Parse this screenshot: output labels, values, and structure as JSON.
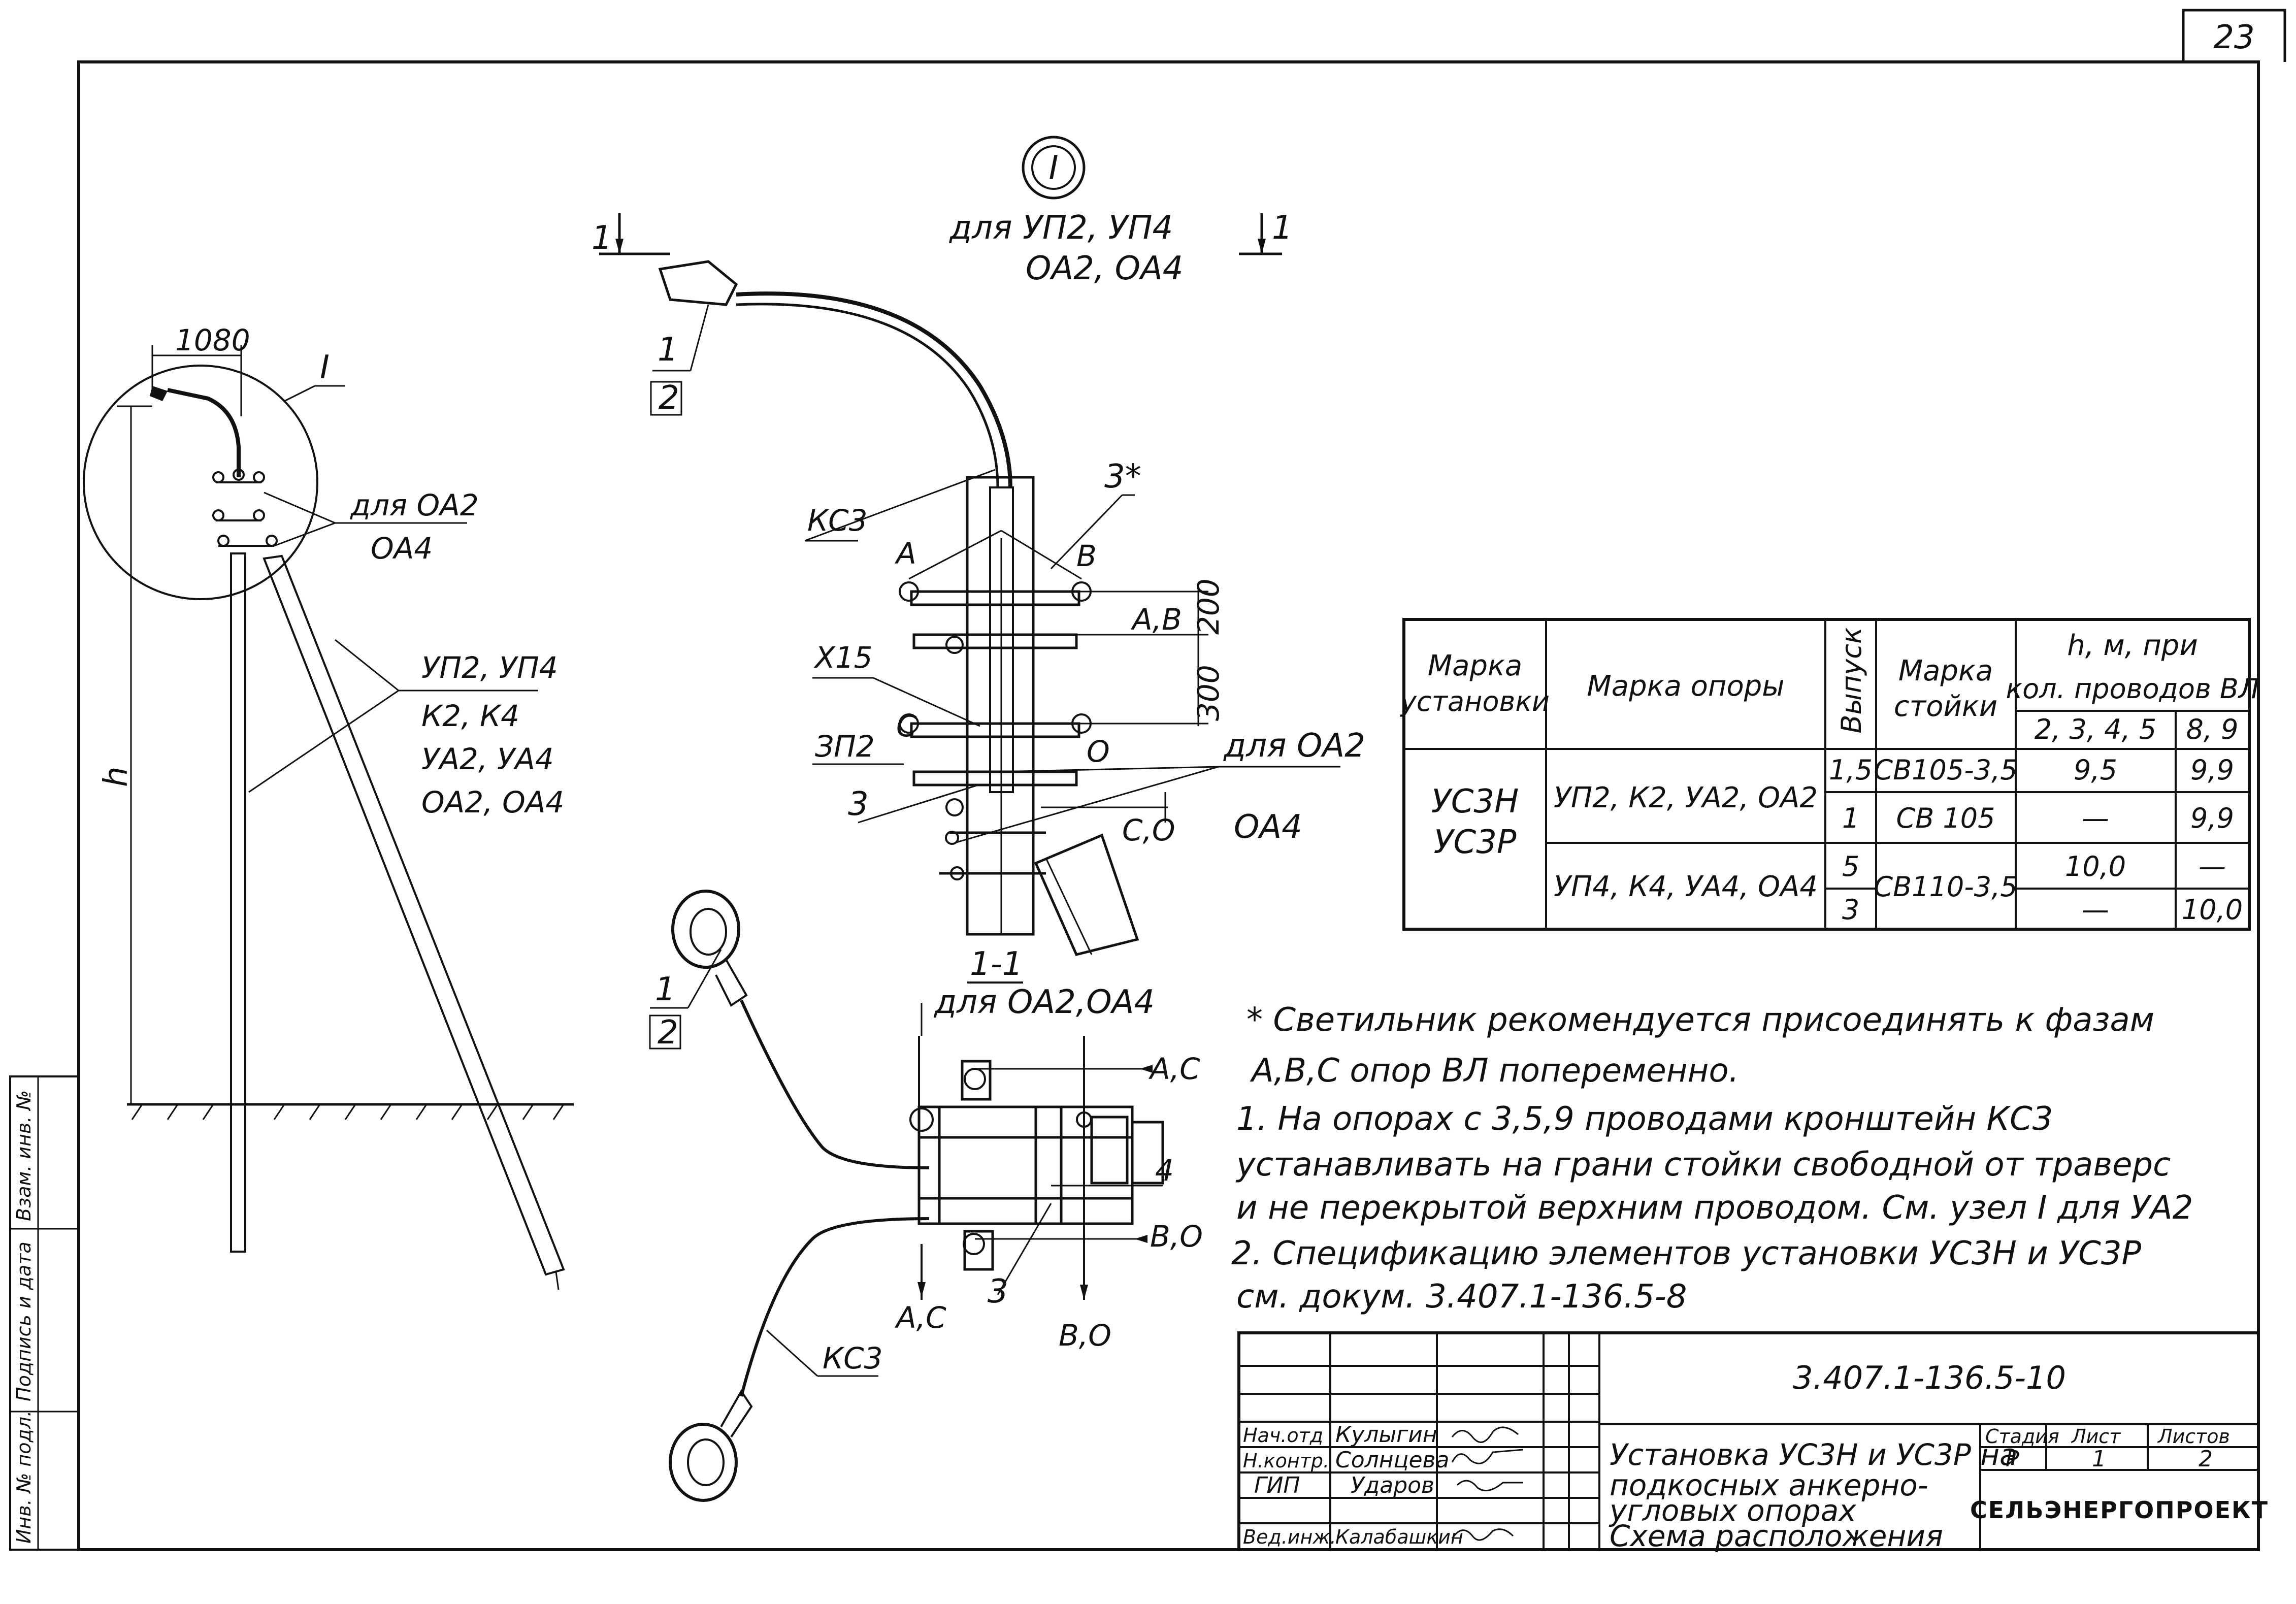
{
  "sheet": {
    "page_number": "23"
  },
  "node": {
    "number": "I",
    "for_text_1": "для УП2, УП4",
    "for_text_2": "ОА2, ОА4"
  },
  "section_marks": {
    "left": "1",
    "right": "1"
  },
  "left_view": {
    "dim_1080": "1080",
    "circle_label": "I",
    "for_oa2": "для ОА2",
    "oa4": "ОА4",
    "height_label": "h",
    "support_types": [
      "УП2, УП4",
      "К2, К4",
      "УА2, УА4",
      "ОА2, ОА4"
    ]
  },
  "detail": {
    "pos_1": "1",
    "pos_2": "2",
    "ks3": "КС3",
    "pos_3star": "3*",
    "phase_a": "А",
    "phase_b": "В",
    "phase_c": "С",
    "phase_o": "О",
    "dim_ab": "А,В",
    "dim_200": "200",
    "dim_300": "300",
    "x15": "Х15",
    "zp2": "ЗП2",
    "pos_3": "3",
    "co": "С,О",
    "for_oa2": "для ОА2",
    "oa4": "ОА4"
  },
  "section_1_1": {
    "title": "1-1",
    "for_text": "для ОА2,ОА4",
    "pos_1": "1",
    "pos_2": "2",
    "ac_top": "А,С",
    "pos_4": "4",
    "bo_right": "В,О",
    "ac_bottom": "А,С",
    "pos_3": "3",
    "bo_bottom": "В,О",
    "ks3": "КС3"
  },
  "table": {
    "headers": {
      "marka_ust": "Марка установки",
      "marka_opory": "Марка опоры",
      "vypusk": "Выпуск",
      "marka_stoiki": "Марка стойки",
      "h_group_1": "h, м, при",
      "h_group_2": "кол. проводов ВЛ",
      "h_col_a": "2, 3, 4, 5",
      "h_col_b": "8, 9"
    },
    "ust_1": "УС3Н",
    "ust_2": "УС3Р",
    "group_1_opory": "УП2, К2, УА2, ОА2",
    "group_2_opory": "УП4, К4, УА4, ОА4",
    "rows": [
      {
        "vypusk": "1,5",
        "stoika": "СВ105-3,5",
        "h_a": "9,5",
        "h_b": "9,9"
      },
      {
        "vypusk": "1",
        "stoika": "СВ 105",
        "h_a": "—",
        "h_b": "9,9"
      },
      {
        "vypusk": "5",
        "stoika": "СВ110-3,5",
        "h_a": "10,0",
        "h_b": "—"
      },
      {
        "vypusk": "3",
        "stoika": "",
        "h_a": "—",
        "h_b": "10,0"
      }
    ]
  },
  "notes": {
    "star_1": "* Светильник рекомендуется присоединять к фазам",
    "star_2": "А,В,С опор ВЛ попеременно.",
    "n1_1": "1. На опорах с 3,5,9 проводами кронштейн КС3",
    "n1_2": "устанавливать на грани стойки свободной от траверс",
    "n1_3": "и не перекрытой верхним проводом. См. узел I для УА2",
    "n2_1": "2. Спецификацию элементов установки УС3Н и УС3Р",
    "n2_2": "см. докум. 3.407.1-136.5-8"
  },
  "title_block": {
    "doc_number": "3.407.1-136.5-10",
    "roles": [
      "Нач.отд",
      "Н.контр.",
      "ГИП",
      "Вед.инж."
    ],
    "names": [
      "Кулыгин",
      "Солнцева",
      "Ударов",
      "Калабашкин"
    ],
    "title_1": "Установка УС3Н и УС3Р на",
    "title_2": "подкосных анкерно-",
    "title_3": "угловых опорах",
    "title_4": "Схема расположения",
    "stage_label": "Стадия",
    "sheet_label": "Лист",
    "sheets_label": "Листов",
    "stage": "Р",
    "sheet": "1",
    "sheets": "2",
    "company": "СЕЛЬЭНЕРГОПРОЕКТ"
  },
  "side_stamp": {
    "labels": [
      "Инв. № подл.",
      "Подпись и дата",
      "Взам. инв. №"
    ]
  }
}
